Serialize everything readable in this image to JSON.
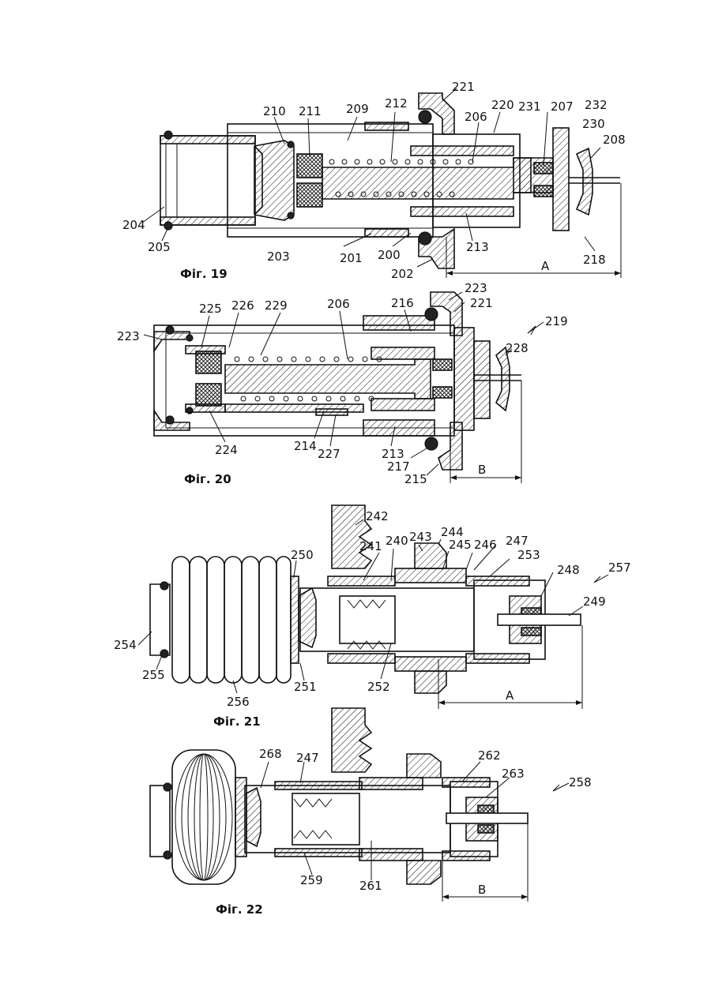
{
  "figures": [
    {
      "caption": "Фіг. 19",
      "labels": [
        "221",
        "210",
        "211",
        "209",
        "212",
        "220",
        "231",
        "207",
        "232",
        "206",
        "230",
        "208",
        "204",
        "205",
        "203",
        "201",
        "200",
        "213",
        "218",
        "202"
      ],
      "dimension": "A"
    },
    {
      "caption": "Фіг. 20",
      "labels": [
        "223",
        "216",
        "225",
        "226",
        "229",
        "206",
        "221",
        "219",
        "223",
        "228",
        "224",
        "214",
        "227",
        "213",
        "217",
        "215"
      ],
      "dimension": "B"
    },
    {
      "caption": "Фіг. 21",
      "labels": [
        "242",
        "244",
        "240",
        "243",
        "241",
        "245",
        "246",
        "247",
        "253",
        "250",
        "248",
        "257",
        "249",
        "254",
        "255",
        "256",
        "251",
        "252"
      ],
      "dimension": "A"
    },
    {
      "caption": "Фіг. 22",
      "labels": [
        "268",
        "247",
        "262",
        "263",
        "258",
        "259",
        "261"
      ],
      "dimension": "B"
    }
  ],
  "colors": {
    "ink": "#111111",
    "paper": "#ffffff"
  }
}
